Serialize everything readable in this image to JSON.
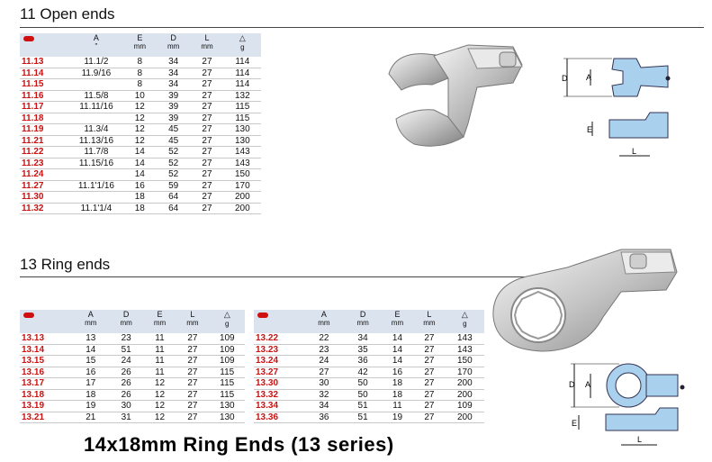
{
  "open_section": {
    "title": "11 Open ends",
    "columns": [
      "A",
      "E",
      "D",
      "L",
      "g"
    ],
    "units": [
      "\"",
      "mm",
      "mm",
      "mm",
      "g"
    ],
    "rows": [
      {
        "code": "11.13",
        "A": "11.1/2",
        "E": "8",
        "D": "34",
        "L": "27",
        "g": "114"
      },
      {
        "code": "11.14",
        "A": "11.9/16",
        "E": "8",
        "D": "34",
        "L": "27",
        "g": "114"
      },
      {
        "code": "11.15",
        "A": "",
        "E": "8",
        "D": "34",
        "L": "27",
        "g": "114"
      },
      {
        "code": "11.16",
        "A": "11.5/8",
        "E": "10",
        "D": "39",
        "L": "27",
        "g": "132"
      },
      {
        "code": "11.17",
        "A": "11.11/16",
        "E": "12",
        "D": "39",
        "L": "27",
        "g": "115"
      },
      {
        "code": "11.18",
        "A": "",
        "E": "12",
        "D": "39",
        "L": "27",
        "g": "115"
      },
      {
        "code": "11.19",
        "A": "11.3/4",
        "E": "12",
        "D": "45",
        "L": "27",
        "g": "130"
      },
      {
        "code": "11.21",
        "A": "11.13/16",
        "E": "12",
        "D": "45",
        "L": "27",
        "g": "130"
      },
      {
        "code": "11.22",
        "A": "11.7/8",
        "E": "14",
        "D": "52",
        "L": "27",
        "g": "143"
      },
      {
        "code": "11.23",
        "A": "11.15/16",
        "E": "14",
        "D": "52",
        "L": "27",
        "g": "143"
      },
      {
        "code": "11.24",
        "A": "",
        "E": "14",
        "D": "52",
        "L": "27",
        "g": "150"
      },
      {
        "code": "11.27",
        "A": "11.1'1/16",
        "E": "16",
        "D": "59",
        "L": "27",
        "g": "170"
      },
      {
        "code": "11.30",
        "A": "",
        "E": "18",
        "D": "64",
        "L": "27",
        "g": "200"
      },
      {
        "code": "11.32",
        "A": "11.1'1/4",
        "E": "18",
        "D": "64",
        "L": "27",
        "g": "200"
      }
    ]
  },
  "ring_section": {
    "title": "13 Ring ends",
    "columns": [
      "A",
      "D",
      "E",
      "L",
      "g"
    ],
    "units": [
      "mm",
      "mm",
      "mm",
      "mm",
      "g"
    ],
    "left_rows": [
      {
        "code": "13.13",
        "A": "13",
        "D": "23",
        "E": "11",
        "L": "27",
        "g": "109"
      },
      {
        "code": "13.14",
        "A": "14",
        "D": "51",
        "E": "11",
        "L": "27",
        "g": "109"
      },
      {
        "code": "13.15",
        "A": "15",
        "D": "24",
        "E": "11",
        "L": "27",
        "g": "109"
      },
      {
        "code": "13.16",
        "A": "16",
        "D": "26",
        "E": "11",
        "L": "27",
        "g": "115"
      },
      {
        "code": "13.17",
        "A": "17",
        "D": "26",
        "E": "12",
        "L": "27",
        "g": "115"
      },
      {
        "code": "13.18",
        "A": "18",
        "D": "26",
        "E": "12",
        "L": "27",
        "g": "115"
      },
      {
        "code": "13.19",
        "A": "19",
        "D": "30",
        "E": "12",
        "L": "27",
        "g": "130"
      },
      {
        "code": "13.21",
        "A": "21",
        "D": "31",
        "E": "12",
        "L": "27",
        "g": "130"
      }
    ],
    "right_rows": [
      {
        "code": "13.22",
        "A": "22",
        "D": "34",
        "E": "14",
        "L": "27",
        "g": "143"
      },
      {
        "code": "13.23",
        "A": "23",
        "D": "35",
        "E": "14",
        "L": "27",
        "g": "143"
      },
      {
        "code": "13.24",
        "A": "24",
        "D": "36",
        "E": "14",
        "L": "27",
        "g": "150"
      },
      {
        "code": "13.27",
        "A": "27",
        "D": "42",
        "E": "16",
        "L": "27",
        "g": "170"
      },
      {
        "code": "13.30",
        "A": "30",
        "D": "50",
        "E": "18",
        "L": "27",
        "g": "200"
      },
      {
        "code": "13.32",
        "A": "32",
        "D": "50",
        "E": "18",
        "L": "27",
        "g": "200"
      },
      {
        "code": "13.34",
        "A": "34",
        "D": "51",
        "E": "11",
        "L": "27",
        "g": "109"
      },
      {
        "code": "13.36",
        "A": "36",
        "D": "51",
        "E": "19",
        "L": "27",
        "g": "200"
      }
    ]
  },
  "diagram_labels": {
    "D": "D",
    "A": "A",
    "E": "E",
    "L": "L"
  },
  "footer_caption": "14x18mm Ring Ends  (13 series)",
  "icons": {
    "code_col": "wrench-icon",
    "weight_col": "weight-icon"
  },
  "colors": {
    "code_red": "#cc1111",
    "header_bg": "#dbe3ef",
    "diagram_fill": "#a9d0ec"
  }
}
